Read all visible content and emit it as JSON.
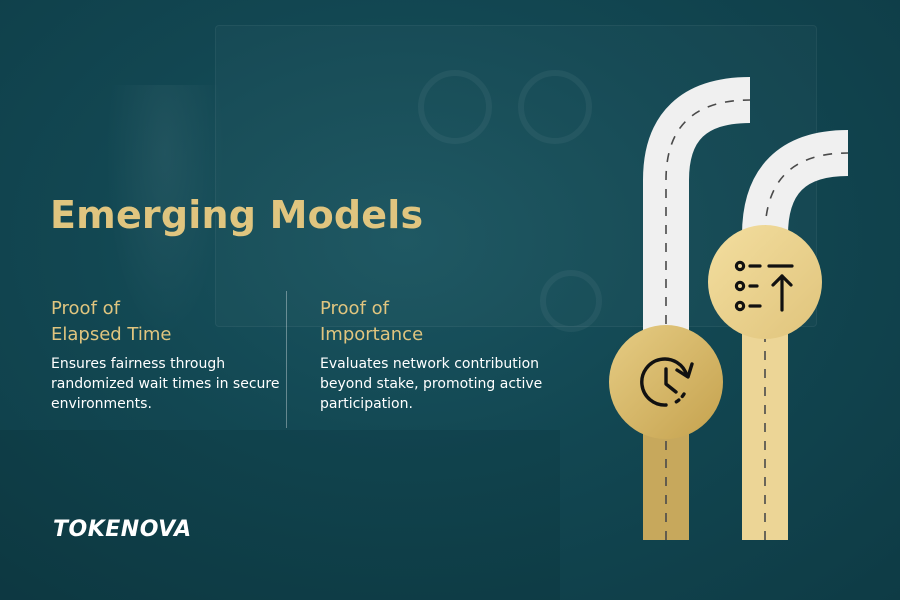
{
  "background": {
    "ghost_labels": [
      "",
      "",
      ""
    ],
    "colors": {
      "base": "#124752",
      "accent_gold": "#e0c57f"
    }
  },
  "heading": {
    "title": "Emerging Models"
  },
  "models": [
    {
      "title": "Proof of\nElapsed Time",
      "description": "Ensures fairness through randomized wait times in secure environments.",
      "icon": "clock-refresh-icon"
    },
    {
      "title": "Proof of\nImportance",
      "description": "Evaluates network contribution beyond stake, promoting active participation.",
      "icon": "priority-list-icon"
    }
  ],
  "brand": {
    "logo_text": "TOKENOVA"
  },
  "illustration": {
    "road_colors": {
      "surface": "#f0f0f0",
      "dash": "#555555",
      "gold_dark": "#c7a85c",
      "gold_light": "#ecd596"
    }
  }
}
